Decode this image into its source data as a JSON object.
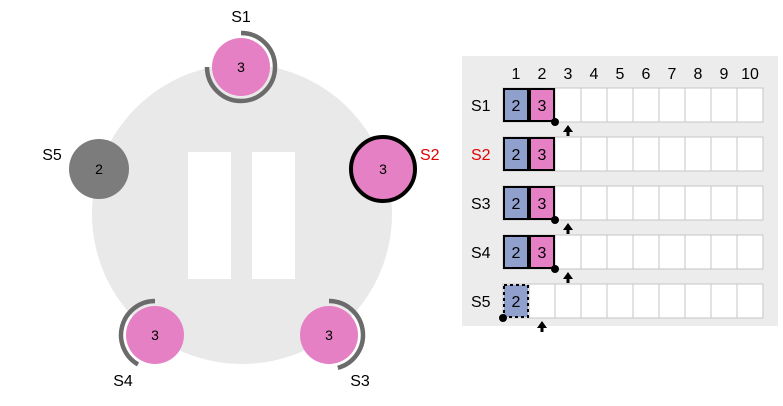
{
  "colors": {
    "leader": "#e580c4",
    "follower": "#e580c4",
    "crashed": "#7c7c7c",
    "term2": "#8fa0cc",
    "term3": "#e580c4",
    "leader_label": "#e00000",
    "background_circle": "#e9e9e9",
    "log_panel_bg": "#ececec"
  },
  "icons": {
    "pause": "pause-icon"
  },
  "servers": [
    {
      "id": "S1",
      "term": "3",
      "state": "follower"
    },
    {
      "id": "S2",
      "term": "3",
      "state": "leader"
    },
    {
      "id": "S3",
      "term": "3",
      "state": "follower"
    },
    {
      "id": "S4",
      "term": "3",
      "state": "follower"
    },
    {
      "id": "S5",
      "term": "2",
      "state": "crashed"
    }
  ],
  "log": {
    "index_labels": [
      "1",
      "2",
      "3",
      "4",
      "5",
      "6",
      "7",
      "8",
      "9",
      "10"
    ],
    "rows": [
      {
        "server": "S1",
        "leader": false,
        "entries": [
          {
            "term": "2",
            "committed": true
          },
          {
            "term": "3",
            "committed": true
          }
        ],
        "match_index": 2,
        "next_index": 3
      },
      {
        "server": "S2",
        "leader": true,
        "entries": [
          {
            "term": "2",
            "committed": true
          },
          {
            "term": "3",
            "committed": true
          }
        ],
        "match_index": null,
        "next_index": null
      },
      {
        "server": "S3",
        "leader": false,
        "entries": [
          {
            "term": "2",
            "committed": true
          },
          {
            "term": "3",
            "committed": true
          }
        ],
        "match_index": 2,
        "next_index": 3
      },
      {
        "server": "S4",
        "leader": false,
        "entries": [
          {
            "term": "2",
            "committed": true
          },
          {
            "term": "3",
            "committed": true
          }
        ],
        "match_index": 2,
        "next_index": 3
      },
      {
        "server": "S5",
        "leader": false,
        "entries": [
          {
            "term": "2",
            "committed": false
          }
        ],
        "match_index": 0,
        "next_index": 2
      }
    ]
  }
}
